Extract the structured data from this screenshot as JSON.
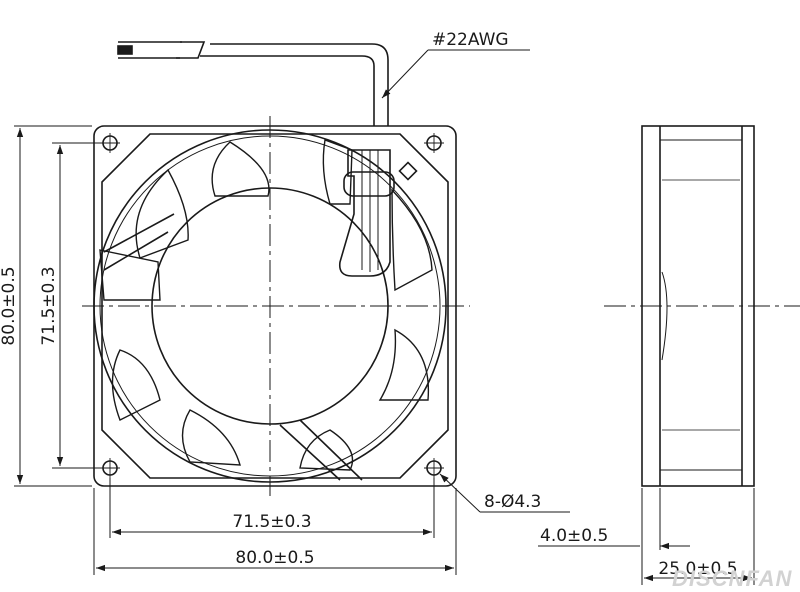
{
  "labels": {
    "wire_gauge": "#22AWG",
    "height_overall": "80.0±0.5",
    "height_holes": "71.5±0.3",
    "width_holes": "71.5±0.3",
    "width_overall": "80.0±0.5",
    "mount_holes": "8-Ø4.3",
    "flange_thickness": "4.0±0.5",
    "depth_overall": "25.0±0.5"
  },
  "watermark": "DISCNFAN",
  "colors": {
    "line": "#1a1a1a",
    "watermark": "#d2d2d2"
  }
}
